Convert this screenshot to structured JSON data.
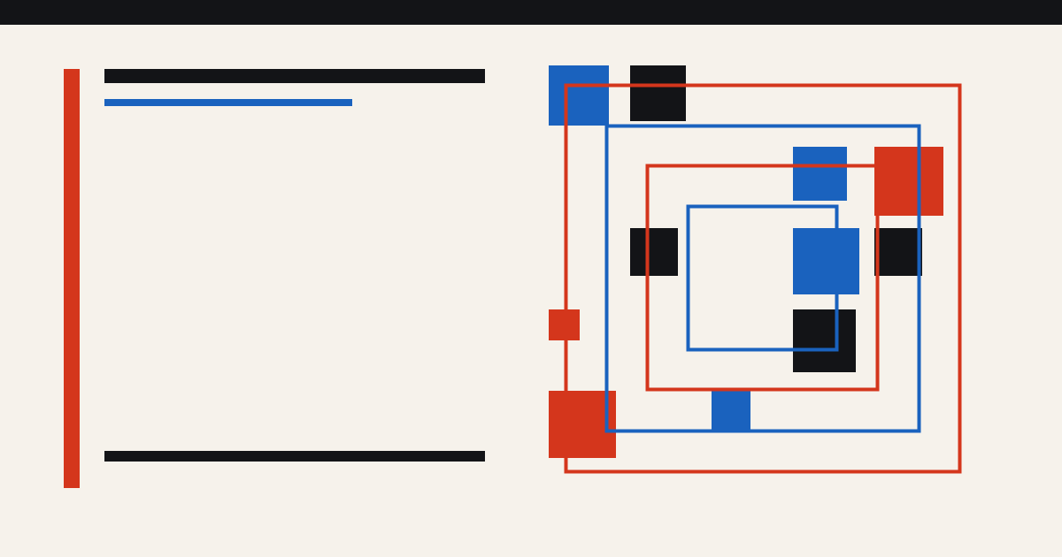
{
  "colors": {
    "background": "#f6f2eb",
    "ink": "#131417",
    "red": "#d4361c",
    "blue": "#1a62be"
  },
  "composition": {
    "blocks": [
      {
        "name": "block-blue-topleft",
        "color": "blue"
      },
      {
        "name": "block-black-top",
        "color": "ink"
      },
      {
        "name": "block-blue-upper-mid",
        "color": "blue"
      },
      {
        "name": "block-red-upper-right",
        "color": "red"
      },
      {
        "name": "block-black-mid-left",
        "color": "ink"
      },
      {
        "name": "block-blue-center",
        "color": "blue"
      },
      {
        "name": "block-black-mid-right",
        "color": "ink"
      },
      {
        "name": "block-red-small-left",
        "color": "red"
      },
      {
        "name": "block-black-lower-center",
        "color": "ink"
      },
      {
        "name": "block-red-bottom-left",
        "color": "red"
      },
      {
        "name": "block-blue-bottom",
        "color": "blue"
      }
    ],
    "frames": [
      {
        "name": "frame-red-outer",
        "color": "red"
      },
      {
        "name": "frame-blue-second",
        "color": "blue"
      },
      {
        "name": "frame-red-third",
        "color": "red"
      },
      {
        "name": "frame-blue-inner",
        "color": "blue"
      }
    ]
  }
}
